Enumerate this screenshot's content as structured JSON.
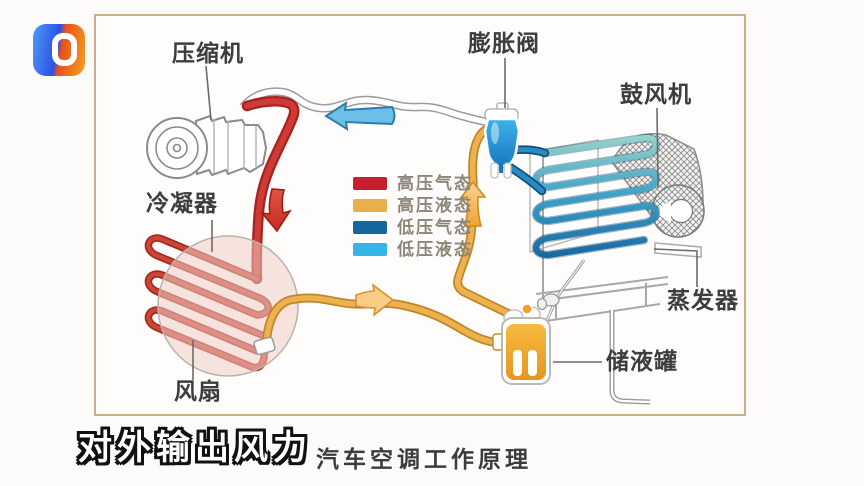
{
  "window": {
    "background": "#fcfbf9",
    "panel_border": "#c9b088"
  },
  "logo": {
    "icon": "haokan-video-logo"
  },
  "diagram": {
    "caption": "汽车空调工作原理",
    "labels": {
      "compressor": "压缩机",
      "expansion_valve": "膨胀阀",
      "blower": "鼓风机",
      "condenser": "冷凝器",
      "evaporator": "蒸发器",
      "receiver_drier": "储液罐",
      "fan": "风扇"
    },
    "legend": {
      "items": [
        {
          "label": "高压气态",
          "color": "#c41e2f"
        },
        {
          "label": "高压液态",
          "color": "#e9b04a"
        },
        {
          "label": "低压气态",
          "color": "#17679f"
        },
        {
          "label": "低压液态",
          "color": "#35b5e5"
        }
      ]
    },
    "flow_arrows": [
      {
        "name": "low-pressure-gas-arrow",
        "direction": "left",
        "color": "#6cc0e8"
      },
      {
        "name": "high-pressure-gas-arrow",
        "direction": "down",
        "color": "#dd4f3d"
      },
      {
        "name": "high-pressure-liquid-arrow-right",
        "direction": "right",
        "color": "#f8cd86"
      },
      {
        "name": "high-pressure-liquid-arrow-up",
        "direction": "up",
        "color": "#f2b356"
      }
    ]
  },
  "subtitle": "对外输出风力"
}
